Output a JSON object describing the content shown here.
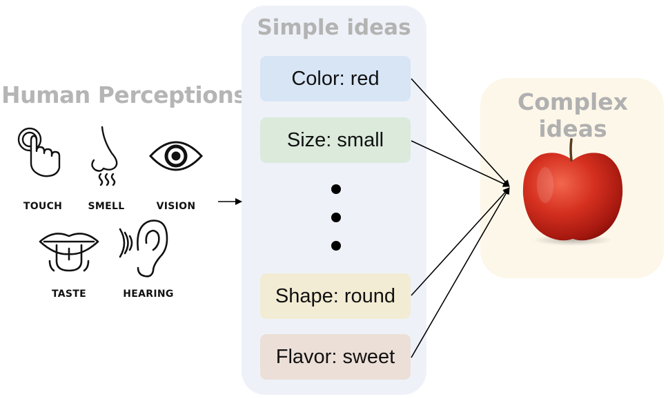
{
  "human_perceptions": {
    "title": "Human Perceptions",
    "senses": [
      {
        "label": "TOUCH",
        "icon": "touch-icon"
      },
      {
        "label": "SMELL",
        "icon": "nose-icon"
      },
      {
        "label": "VISION",
        "icon": "eye-icon"
      },
      {
        "label": "TASTE",
        "icon": "tongue-icon"
      },
      {
        "label": "HEARING",
        "icon": "ear-icon"
      }
    ]
  },
  "simple_ideas": {
    "title": "Simple ideas",
    "items": [
      {
        "label": "Color: red",
        "color": "#d7e5f5"
      },
      {
        "label": "Size: small",
        "color": "#dbeadb"
      },
      {
        "label": "Shape: round",
        "color": "#f2ecd4"
      },
      {
        "label": "Flavor: sweet",
        "color": "#ecdfd7"
      }
    ]
  },
  "complex_ideas": {
    "title": "Complex ideas",
    "image": "apple-image"
  }
}
